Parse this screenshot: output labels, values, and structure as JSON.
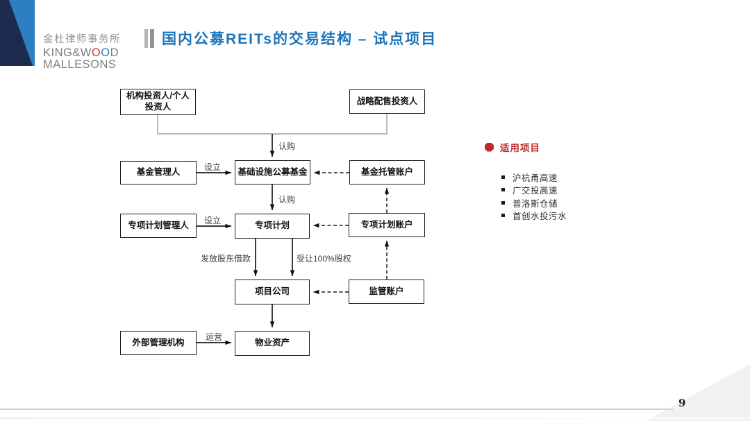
{
  "logo": {
    "cn": "金杜律师事务所",
    "en1_a": "KING&W",
    "en1_o1": "O",
    "en1_o2": "O",
    "en1_d": "D",
    "en2": "MALLESONS"
  },
  "header": {
    "title": "国内公募REITs的交易结构 – 试点项目"
  },
  "diagram": {
    "nodes": {
      "investors": "机构投资人/个人\n投资人",
      "strategic": "战略配售投资人",
      "fund_manager": "基金管理人",
      "public_fund": "基础设施公募基金",
      "custody_account": "基金托管账户",
      "plan_manager": "专项计划管理人",
      "special_plan": "专项计划",
      "plan_account": "专项计划账户",
      "project_company": "项目公司",
      "supervision_account": "监管账户",
      "external_manager": "外部管理机构",
      "property_assets": "物业资产"
    },
    "edge_labels": {
      "subscribe_top": "认购",
      "establish_fund": "设立",
      "subscribe_mid": "认购",
      "establish_plan": "设立",
      "shareholder_loan": "发放股东借款",
      "equity_transfer": "受让100%股权",
      "operate": "运营"
    }
  },
  "side_panel": {
    "heading": "适用项目",
    "items": [
      "沪杭甬高速",
      "广交投高速",
      "普洛斯仓储",
      "首创水投污水"
    ]
  },
  "footer": {
    "page_number": "9"
  },
  "colors": {
    "title_blue": "#1b74b8",
    "brand_navy": "#1d2b4e",
    "brand_blue": "#2e7fc1",
    "accent_red": "#bf272b"
  }
}
